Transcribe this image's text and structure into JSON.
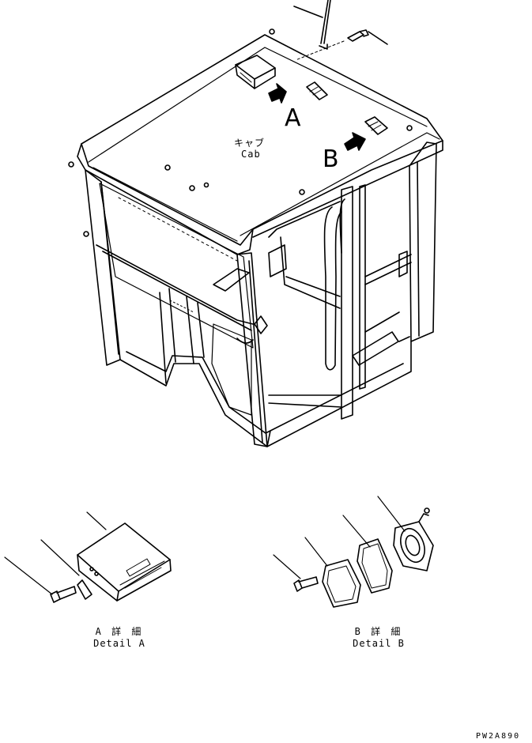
{
  "labels": {
    "cab_jp": "キャブ",
    "cab_en": "Cab",
    "view_a": "A",
    "view_b": "B",
    "detail_a_jp": "A 詳 細",
    "detail_a_en": "Detail A",
    "detail_b_jp": "B 詳 細",
    "detail_b_en": "Detail B",
    "drawing_number": "PW2A890"
  }
}
